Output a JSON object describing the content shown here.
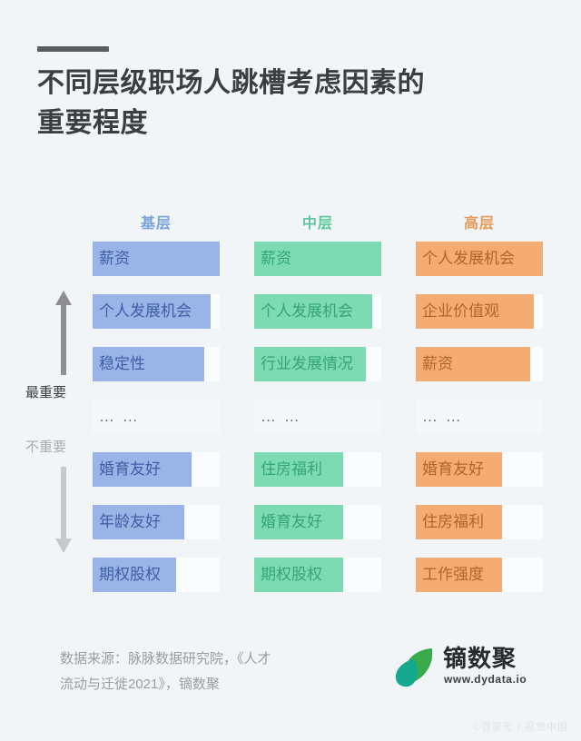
{
  "title": {
    "line1": "不同层级职场人跳槽考虑因素的",
    "line2": "重要程度"
  },
  "axis": {
    "top_label": "最重要",
    "bottom_label": "不重要",
    "arrow_up": "arrow-up-icon",
    "arrow_down": "arrow-down-icon"
  },
  "colors": {
    "background": "#f2f5f8",
    "title": "#3b3d40",
    "accent_rule": "#5b5c5f",
    "blue_fill": "#9ab4e8",
    "blue_fill_light": "#b9cbf0",
    "blue_header": "#7aa2d9",
    "blue_text": "#3f5fa5",
    "green_fill": "#7ddbb4",
    "green_fill_light": "#a6e8cd",
    "green_header": "#5fc79c",
    "green_text": "#35a378",
    "orange_fill": "#f5ac72",
    "orange_fill_light": "#f8c6a0",
    "orange_header": "#e79a56",
    "orange_text": "#b4632a",
    "track": "#fbfcfd",
    "arrow_up": "#8e8e90",
    "arrow_down": "#c6c8cb"
  },
  "chart_data": {
    "type": "bar",
    "title": "不同层级职场人跳槽考虑因素的重要程度",
    "xlabel": "",
    "ylabel": "重要程度",
    "grid": false,
    "legend": "none",
    "axis_note": "纵轴由上至下：最重要 → 不重要",
    "columns": [
      {
        "name": "基层",
        "color": "#9ab4e8",
        "header_color": "#7aa2d9",
        "text_color": "#3f5fa5",
        "rows": [
          {
            "label": "薪资",
            "value": 100,
            "ellipsis": false
          },
          {
            "label": "个人发展机会",
            "value": 93,
            "ellipsis": false
          },
          {
            "label": "稳定性",
            "value": 88,
            "ellipsis": false
          },
          {
            "label": "… …",
            "value": 0,
            "ellipsis": true
          },
          {
            "label": "婚育友好",
            "value": 78,
            "ellipsis": false
          },
          {
            "label": "年龄友好",
            "value": 72,
            "ellipsis": false
          },
          {
            "label": "期权股权",
            "value": 66,
            "ellipsis": false
          }
        ]
      },
      {
        "name": "中层",
        "color": "#7ddbb4",
        "header_color": "#5fc79c",
        "text_color": "#35a378",
        "rows": [
          {
            "label": "薪资",
            "value": 100,
            "ellipsis": false
          },
          {
            "label": "个人发展机会",
            "value": 93,
            "ellipsis": false
          },
          {
            "label": "行业发展情况",
            "value": 88,
            "ellipsis": false
          },
          {
            "label": "… …",
            "value": 0,
            "ellipsis": true
          },
          {
            "label": "住房福利",
            "value": 70,
            "ellipsis": false
          },
          {
            "label": "婚育友好",
            "value": 70,
            "ellipsis": false
          },
          {
            "label": "期权股权",
            "value": 70,
            "ellipsis": false
          }
        ]
      },
      {
        "name": "高层",
        "color": "#f5ac72",
        "header_color": "#e79a56",
        "text_color": "#b4632a",
        "rows": [
          {
            "label": "个人发展机会",
            "value": 100,
            "ellipsis": false
          },
          {
            "label": "企业价值观",
            "value": 93,
            "ellipsis": false
          },
          {
            "label": "薪资",
            "value": 90,
            "ellipsis": false
          },
          {
            "label": "… …",
            "value": 0,
            "ellipsis": true
          },
          {
            "label": "婚育友好",
            "value": 68,
            "ellipsis": false
          },
          {
            "label": "住房福利",
            "value": 68,
            "ellipsis": false
          },
          {
            "label": "工作强度",
            "value": 68,
            "ellipsis": false
          }
        ]
      }
    ]
  },
  "footer": {
    "source_line1": "数据来源：脉脉数据研究院，《人才",
    "source_line2": "流动与迁徙2021》，镝数聚",
    "logo_text": "镝数聚",
    "logo_url": "www.dydata.io",
    "logo_mark": "leaf-logo-icon"
  },
  "watermark": "©百家号 / 视觉中国"
}
